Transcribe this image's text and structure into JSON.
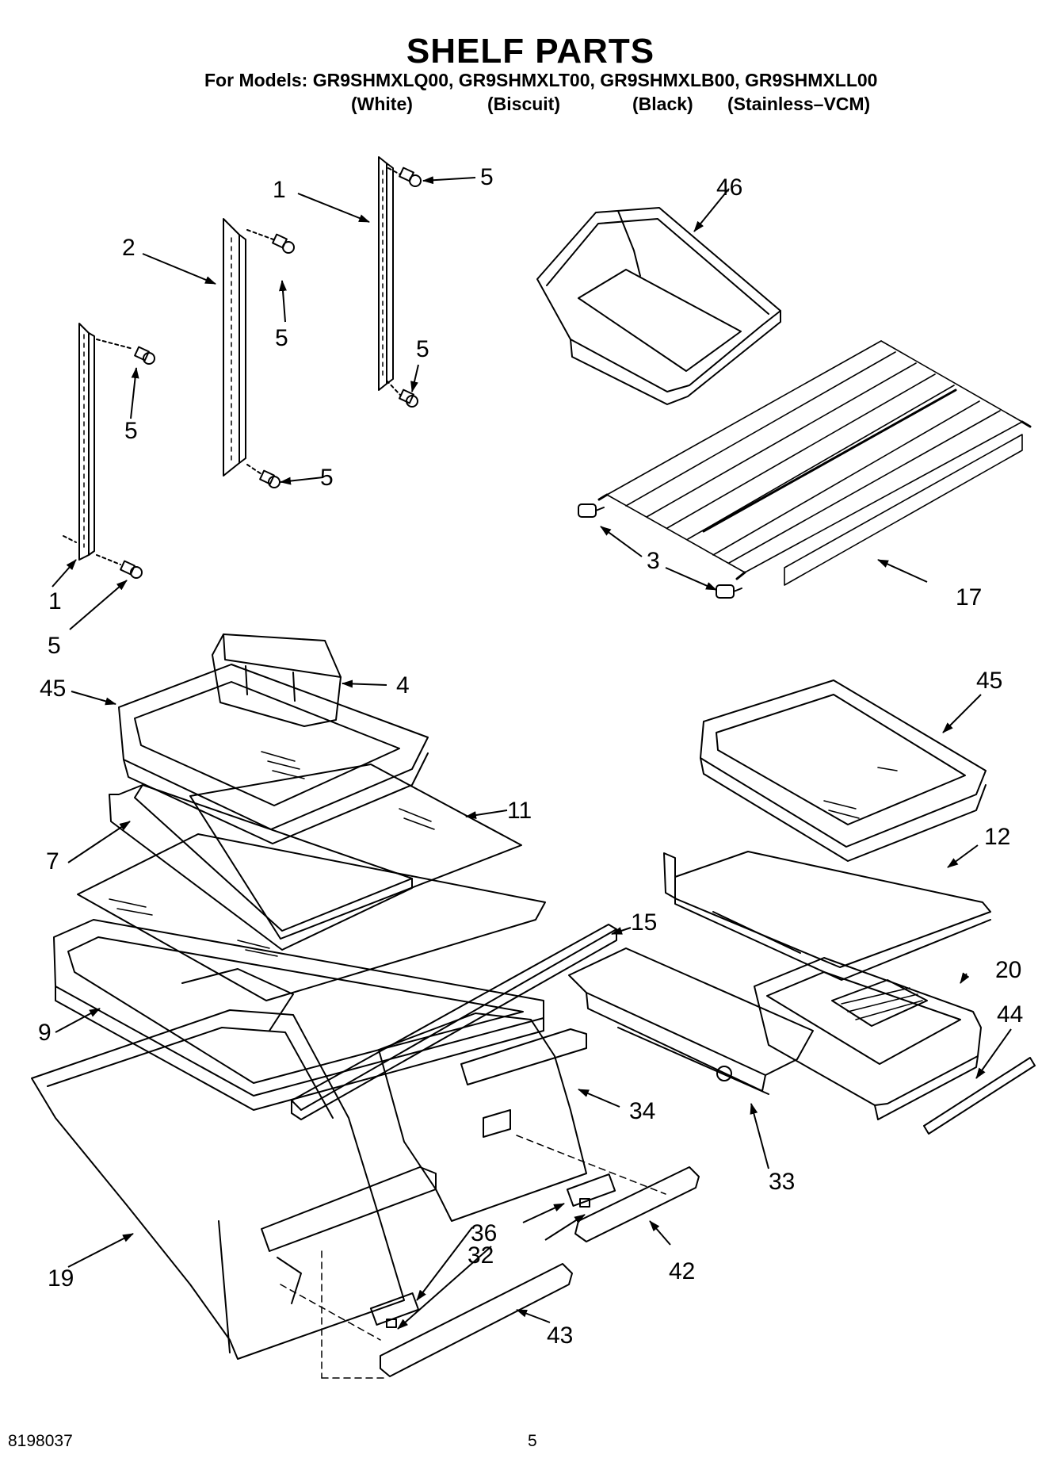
{
  "header": {
    "title": "SHELF PARTS",
    "models_line": "For Models: GR9SHMXLQ00, GR9SHMXLT00, GR9SHMXLB00, GR9SHMXLL00",
    "variants": [
      "(White)",
      "(Biscuit)",
      "(Black)",
      "(Stainless–VCM)"
    ]
  },
  "callouts": {
    "c1a": "1",
    "c5a": "5",
    "c2": "2",
    "c5b": "5",
    "c5c": "5",
    "c5d": "5",
    "c5e": "5",
    "c1b": "1",
    "c5f": "5",
    "c46": "46",
    "c3": "3",
    "c17": "17",
    "c4": "4",
    "c45a": "45",
    "c11": "11",
    "c7": "7",
    "c45b": "45",
    "c12": "12",
    "c15": "15",
    "c20": "20",
    "c9": "9",
    "c44": "44",
    "c34": "34",
    "c33": "33",
    "c36": "36",
    "c32": "32",
    "c19": "19",
    "c42": "42",
    "c43": "43"
  },
  "footer": {
    "doc_number": "8198037",
    "page_number": "5"
  }
}
